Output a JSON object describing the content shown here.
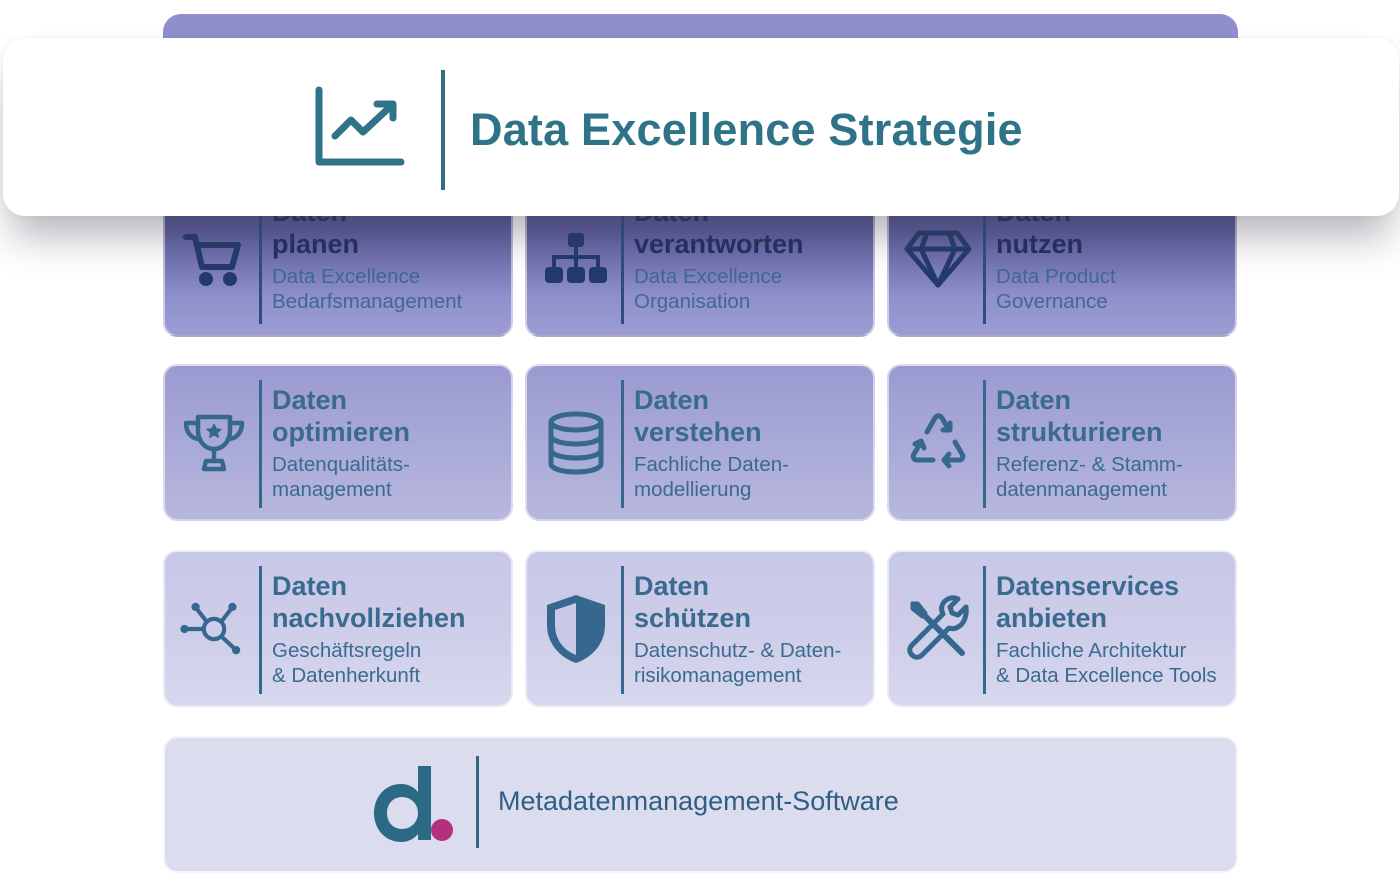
{
  "header": {
    "title": "Data Excellence Strategie",
    "icon": "chart-line-up-icon",
    "accent_color": "#2f7388"
  },
  "tiles": [
    {
      "title_line1": "Daten",
      "title_line2": "planen",
      "sub_line1": "Data Excellence",
      "sub_line2": "Bedarfsmanagement",
      "icon": "shopping-cart-icon"
    },
    {
      "title_line1": "Daten",
      "title_line2": "verantworten",
      "sub_line1": "Data Excellence",
      "sub_line2": "Organisation",
      "icon": "org-chart-icon"
    },
    {
      "title_line1": "Daten",
      "title_line2": "nutzen",
      "sub_line1": "Data Product",
      "sub_line2": "Governance",
      "icon": "diamond-icon"
    },
    {
      "title_line1": "Daten",
      "title_line2": "optimieren",
      "sub_line1": "Datenqualitäts-",
      "sub_line2": "management",
      "icon": "trophy-icon"
    },
    {
      "title_line1": "Daten",
      "title_line2": "verstehen",
      "sub_line1": "Fachliche Daten-",
      "sub_line2": "modellierung",
      "icon": "database-icon"
    },
    {
      "title_line1": "Daten",
      "title_line2": "strukturieren",
      "sub_line1": "Referenz- & Stamm-",
      "sub_line2": "datenmanagement",
      "icon": "recycle-icon"
    },
    {
      "title_line1": "Daten",
      "title_line2": "nachvollziehen",
      "sub_line1": "Geschäftsregeln",
      "sub_line2": "& Datenherkunft",
      "icon": "network-hub-icon"
    },
    {
      "title_line1": "Daten",
      "title_line2": "schützen",
      "sub_line1": "Datenschutz- & Daten-",
      "sub_line2": "risikomanagement",
      "icon": "shield-icon"
    },
    {
      "title_line1": "Datenservices",
      "title_line2": "anbieten",
      "sub_line1": "Fachliche Architektur",
      "sub_line2": "& Data Excellence Tools",
      "icon": "tools-icon"
    }
  ],
  "footer": {
    "label": "Metadatenmanagement-Software",
    "logo": "d-dot-logo",
    "logo_color": "#2a6a84",
    "logo_dot_color": "#b3307c"
  }
}
